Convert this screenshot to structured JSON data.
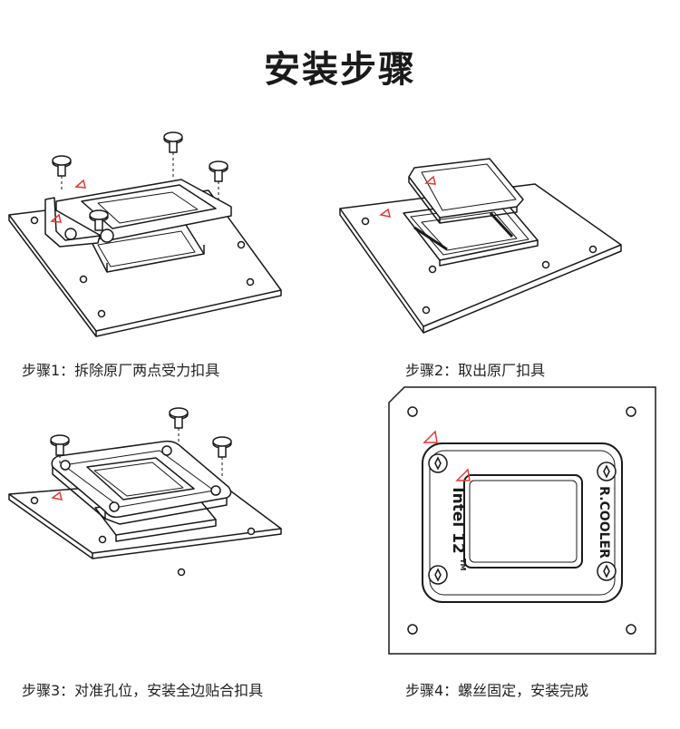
{
  "page": {
    "title": "安装步骤"
  },
  "steps": [
    {
      "caption": "步骤1：拆除原厂两点受力扣具"
    },
    {
      "caption": "步骤2：取出原厂扣具"
    },
    {
      "caption": "步骤3：对准孔位，安装全边贴合扣具"
    },
    {
      "caption": "步骤4：螺丝固定，安装完成"
    }
  ],
  "bracket": {
    "brand_text": "R.COOLER",
    "model_text": "Intel 12",
    "trademark": "TM"
  },
  "colors": {
    "line": "#1a1a1a",
    "accent": "#e53935",
    "fill": "#ffffff",
    "dark": "#333333"
  }
}
